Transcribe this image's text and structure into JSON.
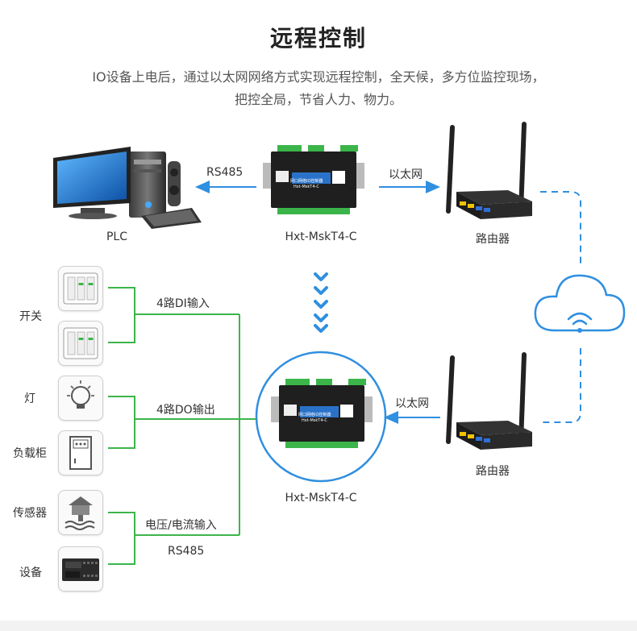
{
  "title": "远程控制",
  "description_line1": "IO设备上电后，通过以太网网络方式实现远程控制，全天候，多方位监控现场，",
  "description_line2": "把控全局，节省人力、物力。",
  "top_row": {
    "plc_label": "PLC",
    "rs485_label": "RS485",
    "device_label": "Hxt-MskT4-C",
    "ethernet_label": "以太网",
    "router_label": "路由器"
  },
  "bottom_row": {
    "device_label": "Hxt-MskT4-C",
    "ethernet_label": "以太网",
    "router_label": "路由器"
  },
  "device_face": {
    "brand_line": "网口网络IO控制器",
    "model_line": "Hxt-MskT4-C"
  },
  "left_group": {
    "switch_label": "开关",
    "lamp_label": "灯",
    "cabinet_label": "负载柜",
    "sensor_label": "传感器",
    "equipment_label": "设备",
    "di_label": "4路DI输入",
    "do_label": "4路DO输出",
    "analog_label": "电压/电流输入",
    "rs485_label": "RS485"
  },
  "colors": {
    "blue_arrow": "#2f8fe0",
    "green_line": "#3cb54a",
    "dashed_blue": "#2f8fe0",
    "chevron_blue": "#2f8fe0"
  }
}
